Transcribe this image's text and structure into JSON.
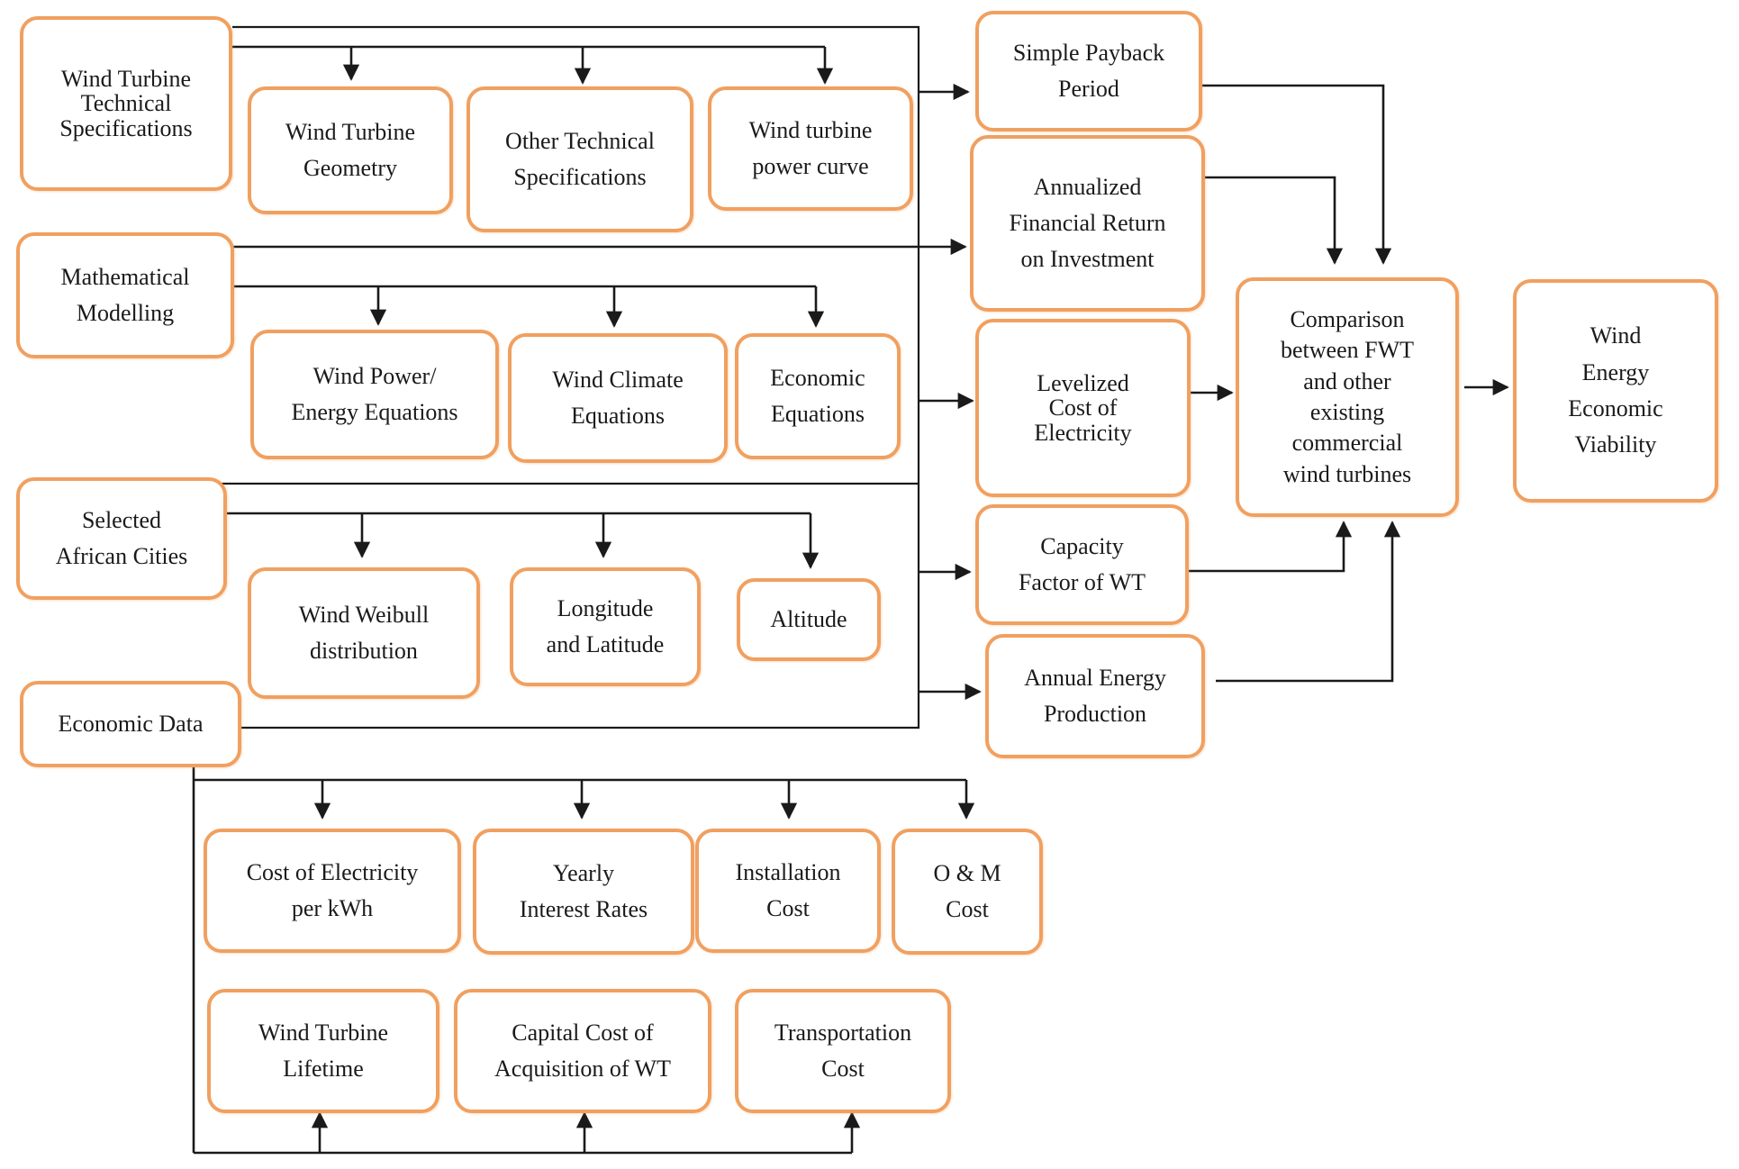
{
  "nodes": {
    "wt_specs": "Wind Turbine\nTechnical\nSpecifications",
    "wt_geometry": "Wind Turbine\nGeometry",
    "other_specs": "Other Technical\nSpecifications",
    "power_curve": "Wind  turbine\npower curve",
    "math_modelling": "Mathematical\nModelling",
    "power_eq": "Wind Power/\nEnergy Equations",
    "climate_eq": "Wind Climate\nEquations",
    "economic_eq": "Economic\nEquations",
    "cities": "Selected\nAfrican Cities",
    "weibull": "Wind Weibull\ndistribution",
    "lat_long": "Longitude\nand Latitude",
    "altitude": "Altitude",
    "economic_data": "Economic Data",
    "cost_elec": "Cost of Electricity\nper kWh",
    "interest": "Yearly\nInterest Rates",
    "installation": "Installation\nCost",
    "om": "O & M\nCost",
    "lifetime": "Wind Turbine\nLifetime",
    "capital": "Capital Cost of\nAcquisition of WT",
    "transport": "Transportation\nCost",
    "payback": "Simple Payback\nPeriod",
    "afroi": "Annualized\nFinancial Return\non Investment",
    "lcoe": "Levelized\nCost of\nElectricity",
    "capacity": "Capacity\nFactor of WT",
    "aep": "Annual Energy\nProduction",
    "comparison": "Comparison\nbetween FWT\nand other\nexisting\ncommercial\nwind turbines",
    "viability": "Wind\nEnergy\nEconomic\nViability"
  },
  "colors": {
    "box_border": "#f0a060",
    "lines": "#1a1a1a",
    "text": "#1a1a1a"
  }
}
